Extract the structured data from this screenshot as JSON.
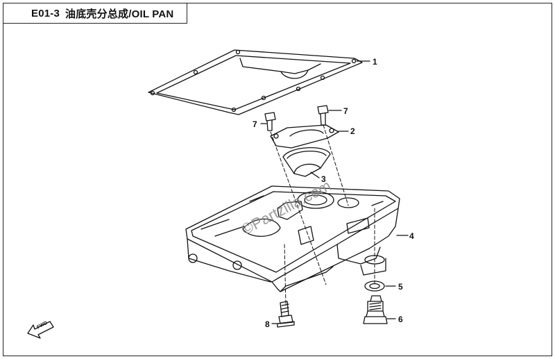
{
  "header": {
    "code": "E01-3",
    "title": "油底壳分总成/OIL PAN"
  },
  "callouts": {
    "c1": "1",
    "c2": "2",
    "c3": "3",
    "c4": "4",
    "c5": "5",
    "c6": "6",
    "c7a": "7",
    "c7b": "7",
    "c8": "8"
  },
  "watermark": "©Partzilla.com",
  "fwd": "FWD",
  "colors": {
    "line": "#111111",
    "frame": "#222222",
    "watermark": "#8a8a8a"
  }
}
